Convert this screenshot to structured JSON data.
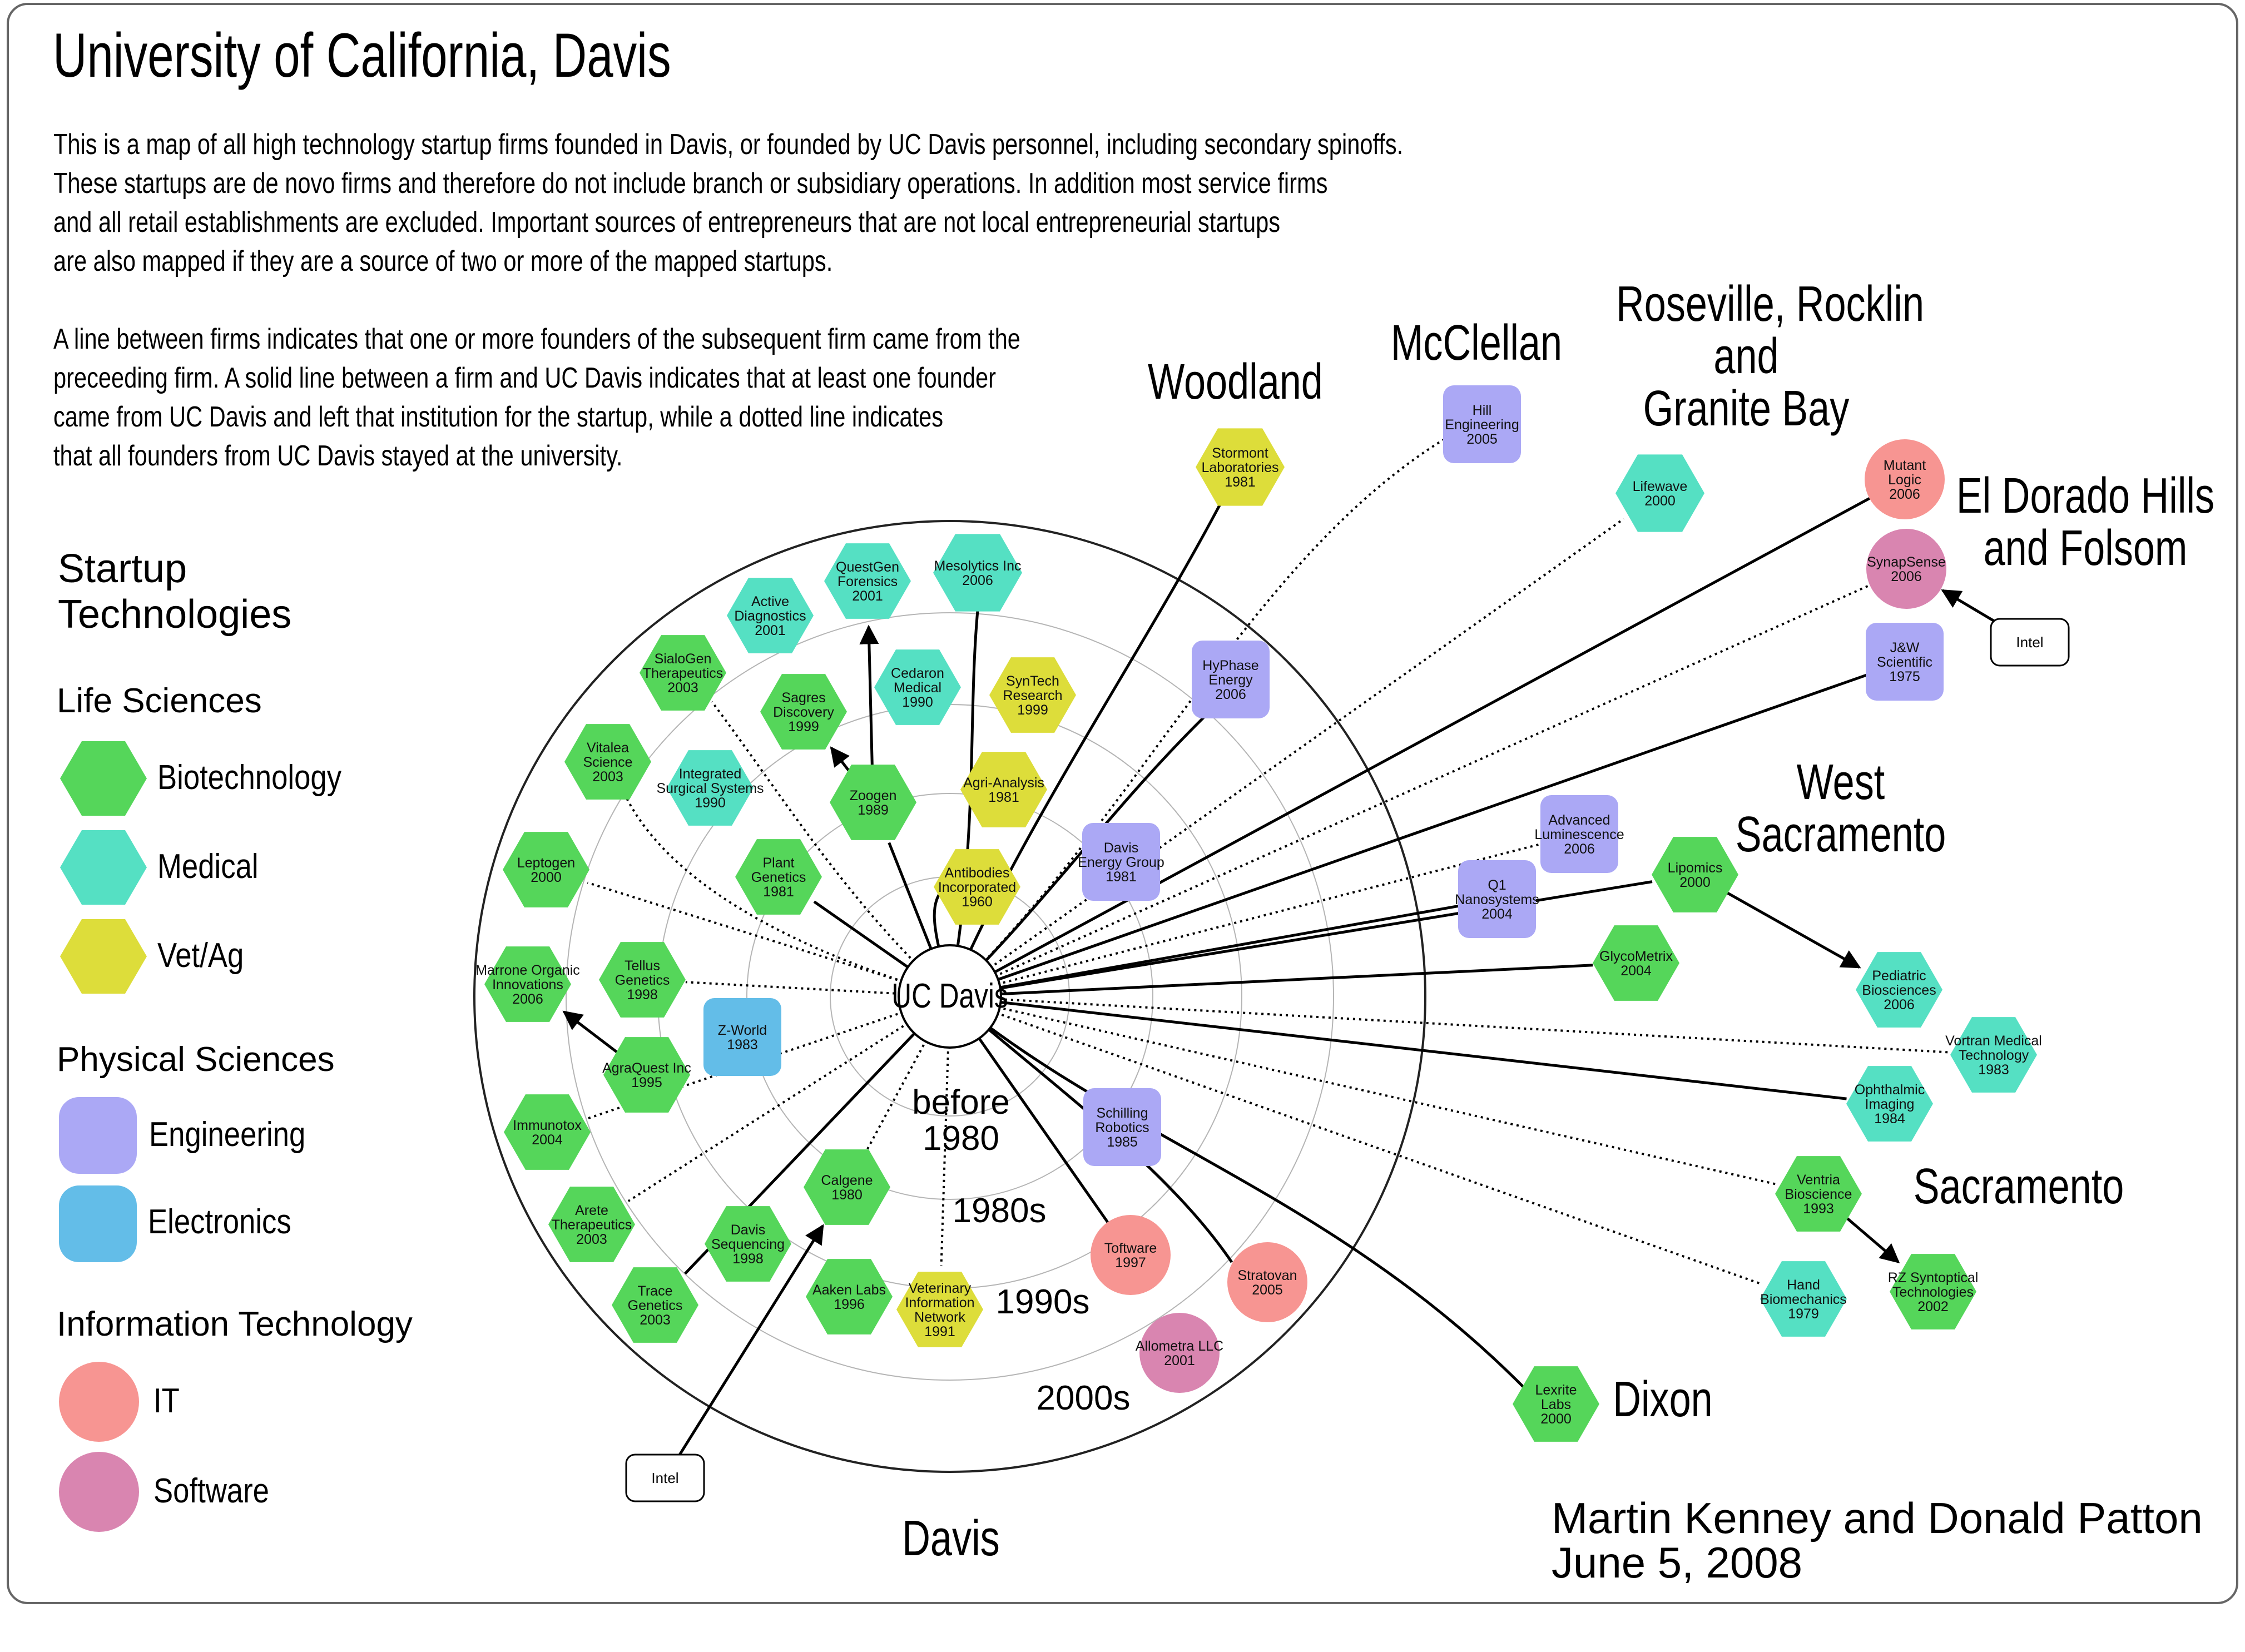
{
  "title": "University of California, Davis",
  "description": [
    "This is a map of all high technology startup firms founded in Davis, or founded by UC Davis personnel, including secondary spinoffs.",
    "These startups are de novo firms and therefore do not include branch or subsidiary operations. In addition most service firms",
    "and all retail establishments are excluded. Important sources of entrepreneurs that are not local entrepreneurial startups",
    "are also mapped if they are a source of two or more of the mapped startups."
  ],
  "line_explanation": [
    "A line between firms indicates that one or more founders of the subsequent firm came from the",
    "preceeding firm. A solid line between a firm and UC Davis indicates that at least one founder",
    "came from UC Davis and left that institution for the startup, while a dotted line indicates",
    "that all  founders from UC Davis stayed at the  university."
  ],
  "legend": {
    "heading_line1": "Startup",
    "heading_line2": "Technologies",
    "life_sciences": "Life Sciences",
    "physical_sciences": "Physical Sciences",
    "information_technology": "Information Technology",
    "items": {
      "biotech": "Biotechnology",
      "medical": "Medical",
      "vetag": "Vet/Ag",
      "engineering": "Engineering",
      "electronics": "Electronics",
      "it": "IT",
      "software": "Software"
    }
  },
  "colors": {
    "biotech": "#55d65a",
    "medical": "#55e0c3",
    "vetag": "#dddd3a",
    "engineering": "#aba8f5",
    "electronics": "#63bde8",
    "it": "#f79592",
    "software": "#d985b0"
  },
  "regions": {
    "woodland": "Woodland",
    "mcclellan": "McClellan",
    "roseville_1": "Roseville, Rocklin",
    "roseville_2": "and",
    "roseville_3": "Granite Bay",
    "eldorado_1": "El Dorado Hills",
    "eldorado_2": "and Folsom",
    "westsac_1": "West",
    "westsac_2": "Sacramento",
    "sacramento": "Sacramento",
    "dixon": "Dixon",
    "davis": "Davis"
  },
  "rings": {
    "before_1": "before",
    "before_2": "1980",
    "r1980s": "1980s",
    "r1990s": "1990s",
    "r2000s": "2000s"
  },
  "center_label": "UC Davis",
  "credit": {
    "authors": "Martin Kenney and Donald Patton",
    "date": "June 5, 2008"
  },
  "firms": [
    {
      "id": "sormont",
      "lines": [
        "Stormont",
        "Laboratories",
        "1981"
      ],
      "cat": "vetag",
      "link": "solid"
    },
    {
      "id": "hill",
      "lines": [
        "Hill",
        "Engineering",
        "2005"
      ],
      "cat": "engineering",
      "link": "dotted"
    },
    {
      "id": "lifewave",
      "lines": [
        "Lifewave",
        "2000"
      ],
      "cat": "medical",
      "link": "dotted"
    },
    {
      "id": "mutant",
      "lines": [
        "Mutant",
        "Logic",
        "2006"
      ],
      "cat": "it",
      "link": "solid"
    },
    {
      "id": "synapsense",
      "lines": [
        "SynapSense",
        "2006"
      ],
      "cat": "software",
      "link": "dotted"
    },
    {
      "id": "jw",
      "lines": [
        "J&W",
        "Scientific",
        "1975"
      ],
      "cat": "engineering",
      "link": "solid"
    },
    {
      "id": "questgen",
      "lines": [
        "QuestGen",
        "Forensics",
        "2001"
      ],
      "cat": "medical",
      "link": "none"
    },
    {
      "id": "mesolytics",
      "lines": [
        "Mesolytics Inc",
        "2006"
      ],
      "cat": "medical",
      "link": "solid"
    },
    {
      "id": "activediag",
      "lines": [
        "Active",
        "Diagnostics",
        "2001"
      ],
      "cat": "medical",
      "link": "none"
    },
    {
      "id": "sialogen",
      "lines": [
        "SialoGen",
        "Therapeutics",
        "2003"
      ],
      "cat": "biotech",
      "link": "dotted"
    },
    {
      "id": "sagres",
      "lines": [
        "Sagres",
        "Discovery",
        "1999"
      ],
      "cat": "biotech",
      "link": "none"
    },
    {
      "id": "cedaron",
      "lines": [
        "Cedaron",
        "Medical",
        "1990"
      ],
      "cat": "medical",
      "link": "none"
    },
    {
      "id": "syntech",
      "lines": [
        "SynTech",
        "Research",
        "1999"
      ],
      "cat": "vetag",
      "link": "none"
    },
    {
      "id": "hyphase",
      "lines": [
        "HyPhase",
        "Energy",
        "2006"
      ],
      "cat": "engineering",
      "link": "solid"
    },
    {
      "id": "vitalea",
      "lines": [
        "Vitalea",
        "Science",
        "2003"
      ],
      "cat": "biotech",
      "link": "dotted"
    },
    {
      "id": "integrated",
      "lines": [
        "Integrated",
        "Surgical Systems",
        "1990"
      ],
      "cat": "medical",
      "link": "none"
    },
    {
      "id": "zoogen",
      "lines": [
        "Zoogen",
        "1989"
      ],
      "cat": "biotech",
      "link": "solid"
    },
    {
      "id": "agrianalysis",
      "lines": [
        "Agri-Analysis",
        "1981"
      ],
      "cat": "vetag",
      "link": "none"
    },
    {
      "id": "leptogen",
      "lines": [
        "Leptogen",
        "2000"
      ],
      "cat": "biotech",
      "link": "dotted"
    },
    {
      "id": "plantgen",
      "lines": [
        "Plant",
        "Genetics",
        "1981"
      ],
      "cat": "biotech",
      "link": "solid"
    },
    {
      "id": "antibodies",
      "lines": [
        "Antibodies",
        "Incorporated",
        "1960"
      ],
      "cat": "vetag",
      "link": "solid"
    },
    {
      "id": "davisenergy",
      "lines": [
        "Davis",
        "Energy Group",
        "1981"
      ],
      "cat": "engineering",
      "link": "none"
    },
    {
      "id": "advlum",
      "lines": [
        "Advanced",
        "Luminescence",
        "2006"
      ],
      "cat": "engineering",
      "link": "dotted"
    },
    {
      "id": "q1",
      "lines": [
        "Q1",
        "Nanosystems",
        "2004"
      ],
      "cat": "engineering",
      "link": "solid"
    },
    {
      "id": "lipomics",
      "lines": [
        "Lipomics",
        "2000"
      ],
      "cat": "biotech",
      "link": "solid"
    },
    {
      "id": "marrone",
      "lines": [
        "Marrone Organic",
        "Innovations",
        "2006"
      ],
      "cat": "biotech",
      "link": "none"
    },
    {
      "id": "tellus",
      "lines": [
        "Tellus",
        "Genetics",
        "1998"
      ],
      "cat": "biotech",
      "link": "dotted"
    },
    {
      "id": "zworld",
      "lines": [
        "Z-World",
        "1983"
      ],
      "cat": "electronics",
      "link": "none"
    },
    {
      "id": "glycometrix",
      "lines": [
        "GlycoMetrix",
        "2004"
      ],
      "cat": "biotech",
      "link": "solid"
    },
    {
      "id": "pediatric",
      "lines": [
        "Pediatric",
        "Biosciences",
        "2006"
      ],
      "cat": "medical",
      "link": "none"
    },
    {
      "id": "agraquest",
      "lines": [
        "AgraQuest Inc",
        "1995"
      ],
      "cat": "biotech",
      "link": "none"
    },
    {
      "id": "vortran",
      "lines": [
        "Vortran Medical",
        "Technology",
        "1983"
      ],
      "cat": "medical",
      "link": "dotted"
    },
    {
      "id": "immunotox",
      "lines": [
        "Immunotox",
        "2004"
      ],
      "cat": "biotech",
      "link": "dotted"
    },
    {
      "id": "schilling",
      "lines": [
        "Schilling",
        "Robotics",
        "1985"
      ],
      "cat": "engineering",
      "link": "none"
    },
    {
      "id": "ophthalmic",
      "lines": [
        "Ophthalmic",
        "Imaging",
        "1984"
      ],
      "cat": "medical",
      "link": "solid"
    },
    {
      "id": "arete",
      "lines": [
        "Arete",
        "Therapeutics",
        "2003"
      ],
      "cat": "biotech",
      "link": "dotted"
    },
    {
      "id": "calgene",
      "lines": [
        "Calgene",
        "1980"
      ],
      "cat": "biotech",
      "link": "dotted"
    },
    {
      "id": "ventria",
      "lines": [
        "Ventria",
        "Bioscience",
        "1993"
      ],
      "cat": "biotech",
      "link": "dotted"
    },
    {
      "id": "davisseq",
      "lines": [
        "Davis",
        "Sequencing",
        "1998"
      ],
      "cat": "biotech",
      "link": "none"
    },
    {
      "id": "toftware",
      "lines": [
        "Toftware",
        "1997"
      ],
      "cat": "it",
      "link": "solid"
    },
    {
      "id": "stratovan",
      "lines": [
        "Stratovan",
        "2005"
      ],
      "cat": "it",
      "link": "solid"
    },
    {
      "id": "trace",
      "lines": [
        "Trace",
        "Genetics",
        "2003"
      ],
      "cat": "biotech",
      "link": "solid"
    },
    {
      "id": "aaken",
      "lines": [
        "Aaken Labs",
        "1996"
      ],
      "cat": "biotech",
      "link": "none"
    },
    {
      "id": "vetinfo",
      "lines": [
        "Veterinary",
        "Information",
        "Network",
        "1991"
      ],
      "cat": "vetag",
      "link": "dotted"
    },
    {
      "id": "hand",
      "lines": [
        "Hand",
        "Biomechanics",
        "1979"
      ],
      "cat": "medical",
      "link": "dotted"
    },
    {
      "id": "rz",
      "lines": [
        "RZ Syntoptical",
        "Technologies",
        "2002"
      ],
      "cat": "biotech",
      "link": "none"
    },
    {
      "id": "allometra",
      "lines": [
        "Allometra LLC",
        "2001"
      ],
      "cat": "software",
      "link": "none"
    },
    {
      "id": "lexrite",
      "lines": [
        "Lexrite",
        "Labs",
        "2000"
      ],
      "cat": "biotech",
      "link": "solid"
    }
  ],
  "sources": [
    {
      "id": "intel_eldorado",
      "label": "Intel"
    },
    {
      "id": "intel_davis",
      "label": "Intel"
    }
  ],
  "spinoffs": [
    {
      "from": "zoogen",
      "to": "questgen"
    },
    {
      "from": "zoogen",
      "to": "sagres"
    },
    {
      "from": "agraquest",
      "to": "marrone"
    },
    {
      "from": "lipomics",
      "to": "pediatric"
    },
    {
      "from": "ventria",
      "to": "rz"
    },
    {
      "from": "intel_eldorado",
      "to": "synapsense"
    },
    {
      "from": "intel_davis",
      "to": "calgene"
    }
  ]
}
